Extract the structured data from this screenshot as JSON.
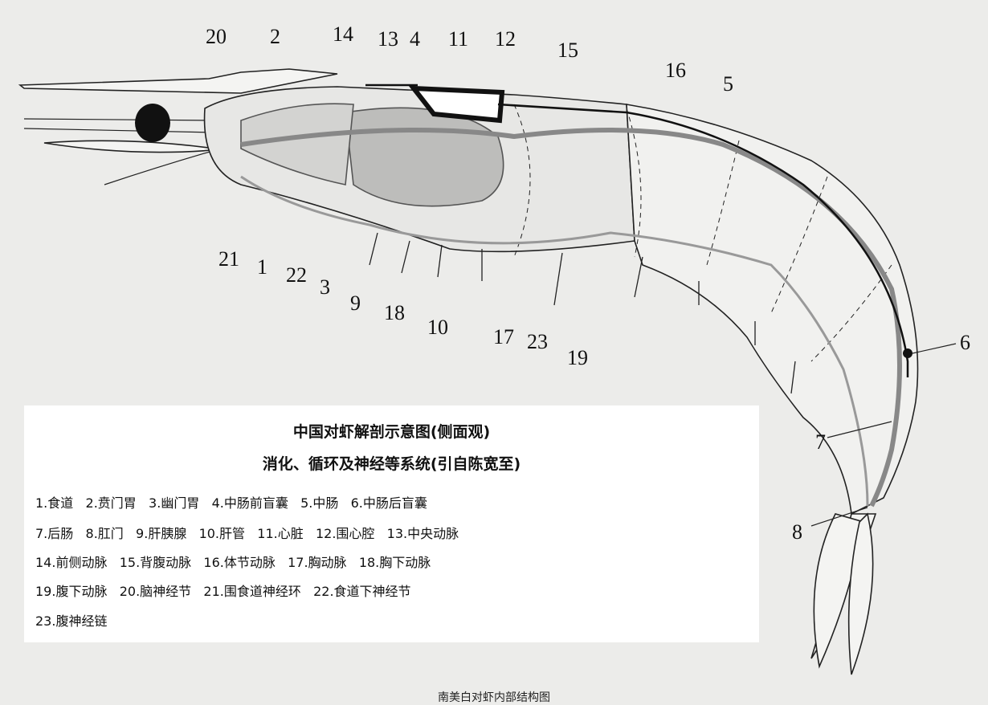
{
  "diagram": {
    "labels": [
      "20",
      "2",
      "14",
      "13",
      "4",
      "11",
      "12",
      "15",
      "16",
      "5",
      "21",
      "1",
      "22",
      "3",
      "9",
      "18",
      "10",
      "17",
      "23",
      "19",
      "6",
      "7",
      "8"
    ]
  },
  "legend": {
    "title_line1": "中国对虾解剖示意图(侧面观)",
    "title_line2": "消化、循环及神经等系统(引自陈宽至)",
    "lines": [
      "1.食道   2.贲门胃   3.幽门胃   4.中肠前盲囊   5.中肠   6.中肠后盲囊",
      "7.后肠   8.肛门   9.肝胰腺   10.肝管   11.心脏   12.围心腔   13.中央动脉",
      "14.前侧动脉   15.背腹动脉   16.体节动脉   17.胸动脉   18.胸下动脉",
      "19.腹下动脉   20.脑神经节   21.围食道神经环   22.食道下神经节",
      "23.腹神经链"
    ]
  },
  "caption": "南美白对虾内部结构图"
}
